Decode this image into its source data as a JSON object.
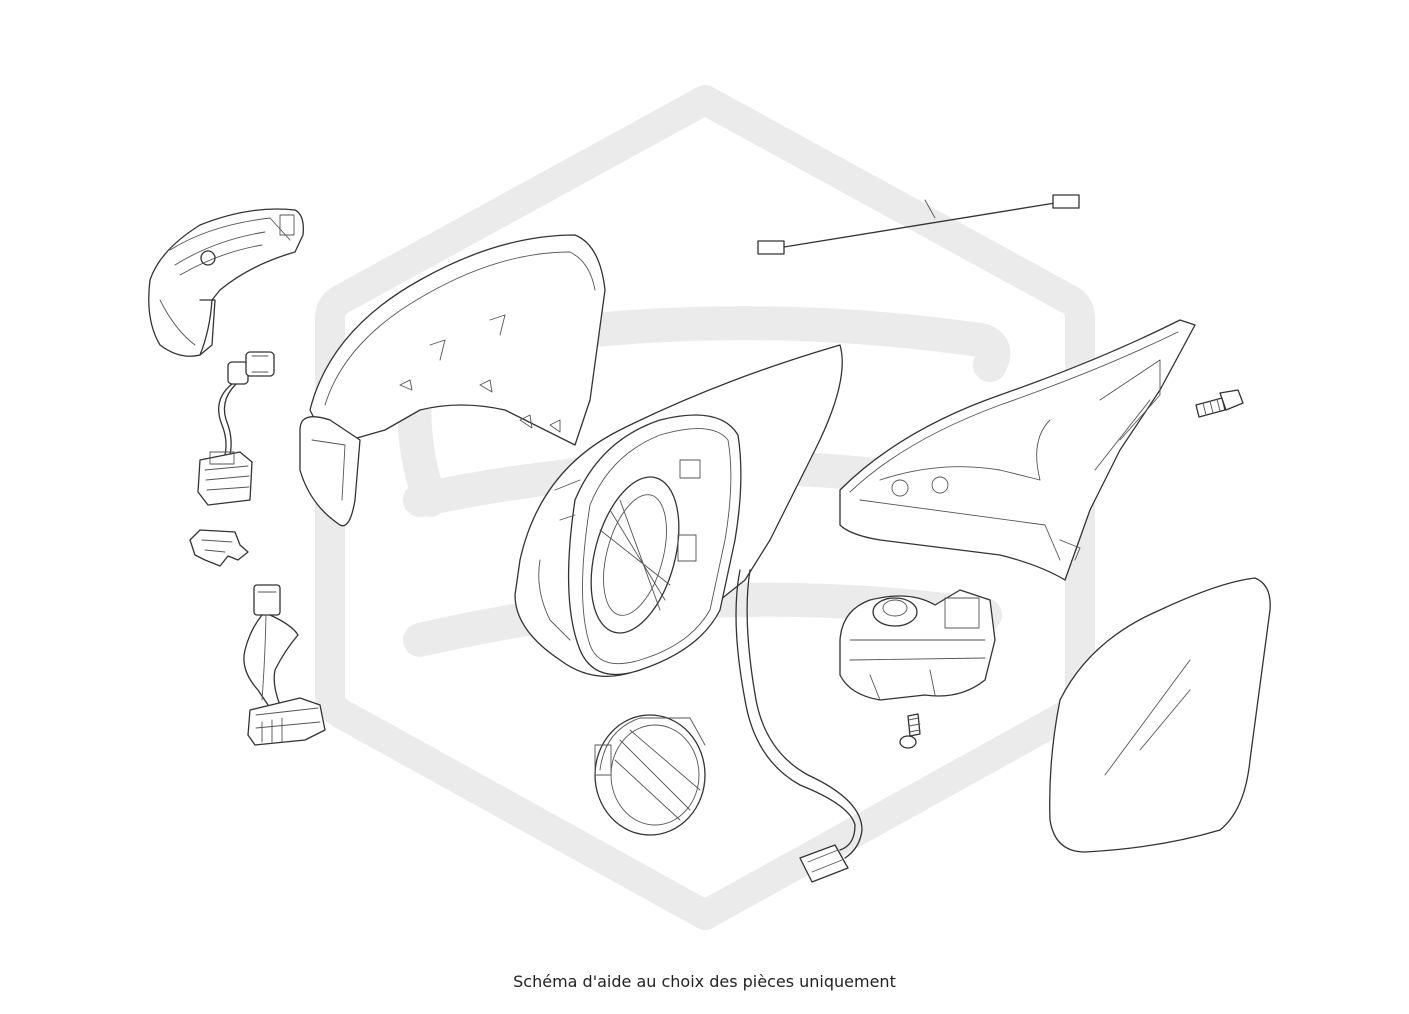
{
  "diagram": {
    "caption": "Schéma d'aide au choix des pièces uniquement",
    "watermark_color": "#ebebeb",
    "line_color": "#333333",
    "background": "#ffffff",
    "parts": [
      "turn-signal-indicator",
      "indicator-bulb-socket",
      "indicator-clip",
      "wiring-connector-module",
      "mirror-cover-cap",
      "mirror-housing-frame",
      "contact-strip-cable",
      "base-triangle-mount",
      "fixing-screw",
      "adjustment-motor",
      "motor-screw",
      "glass-carrier-ring",
      "main-wiring-harness",
      "mirror-glass"
    ]
  }
}
